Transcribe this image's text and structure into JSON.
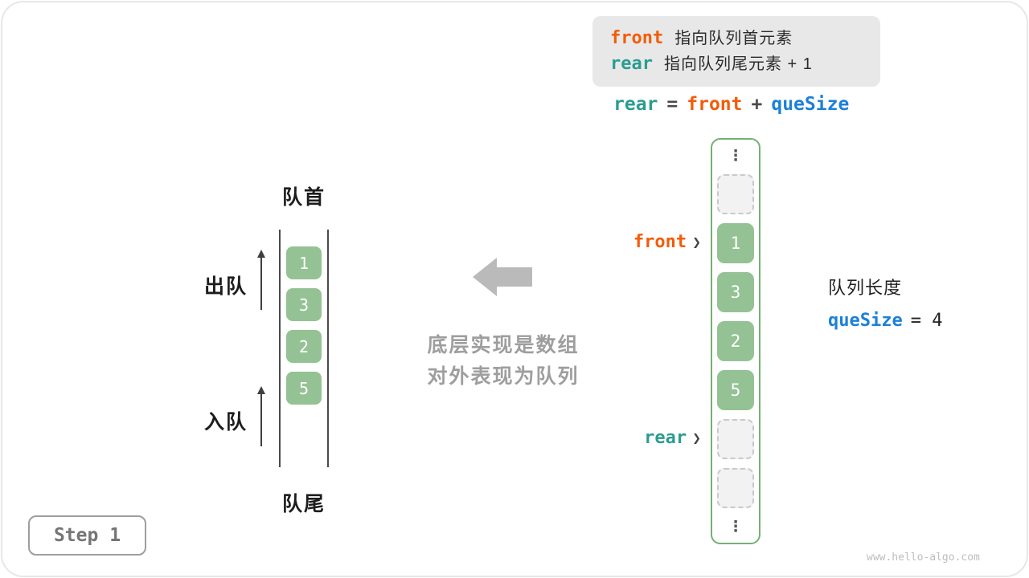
{
  "colors": {
    "orange": "#F25C0A",
    "teal": "#2A9D8F",
    "blue": "#1C80D9",
    "green-cell": "#94C294",
    "green-border": "#74B174",
    "arrow-gray": "#BABABA",
    "caption-gray": "#9E9E9E",
    "text-dark": "#212121"
  },
  "legend": {
    "front_keyword": "front",
    "front_desc": "指向队列首元素",
    "rear_keyword": "rear",
    "rear_desc": "指向队列尾元素 + 1"
  },
  "formula": {
    "rear": "rear",
    "eq": "=",
    "front": "front",
    "plus": "+",
    "size_var": "queSize"
  },
  "queue_view": {
    "head_label": "队首",
    "tail_label": "队尾",
    "dequeue_label": "出队",
    "enqueue_label": "入队",
    "values": [
      "1",
      "3",
      "2",
      "5"
    ]
  },
  "center_caption": {
    "line1": "底层实现是数组",
    "line2": "对外表现为队列"
  },
  "array_view": {
    "front_pointer": "front",
    "rear_pointer": "rear",
    "pointer_glyph": "❯",
    "ellipsis_glyph": "⋮",
    "cells": [
      {
        "type": "ellipsis"
      },
      {
        "type": "empty"
      },
      {
        "type": "value",
        "value": "1"
      },
      {
        "type": "value",
        "value": "3"
      },
      {
        "type": "value",
        "value": "2"
      },
      {
        "type": "value",
        "value": "5"
      },
      {
        "type": "empty"
      },
      {
        "type": "empty"
      },
      {
        "type": "ellipsis"
      }
    ]
  },
  "size_info": {
    "label": "队列长度",
    "var": "queSize",
    "value": "= 4"
  },
  "footer": {
    "step_label": "Step 1",
    "watermark": "www.hello-algo.com"
  }
}
